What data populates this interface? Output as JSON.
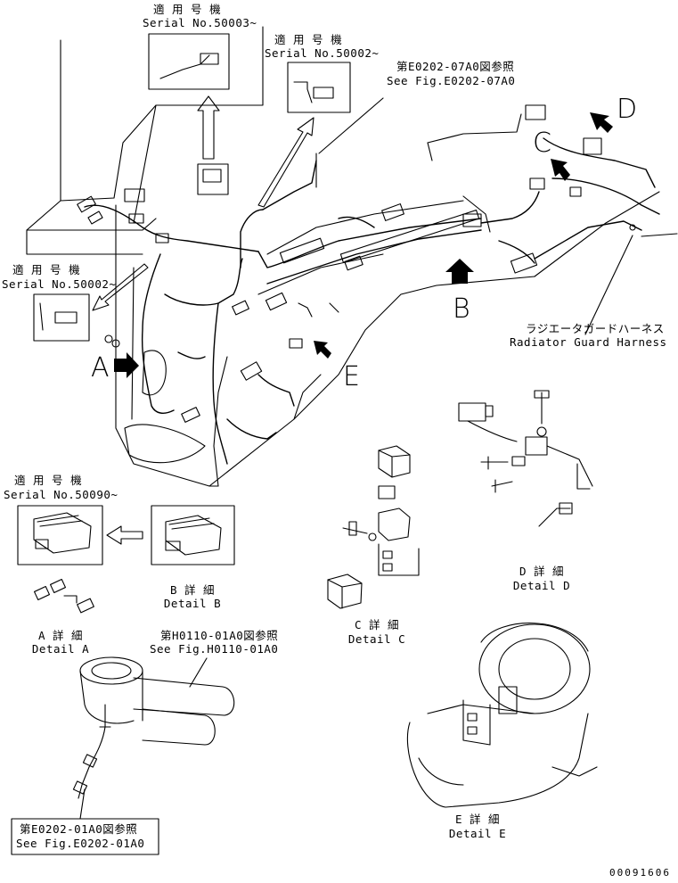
{
  "serial_top_1": {
    "jp": "適 用 号 機",
    "en": "Serial No.50003~"
  },
  "serial_top_2": {
    "jp": "適 用 号 機",
    "en": "Serial No.50002~"
  },
  "serial_left": {
    "jp": "適 用 号 機",
    "en": "Serial No.50002~"
  },
  "serial_detail_a": {
    "jp": "適 用 号 機",
    "en": "Serial No.50090~"
  },
  "ref_top": {
    "jp": "第E0202-07A0図参照",
    "en": "See Fig.E0202-07A0"
  },
  "ref_middle": {
    "jp": "第H0110-01A0図参照",
    "en": "See Fig.H0110-01A0"
  },
  "ref_bottom": {
    "jp": "第E0202-01A0図参照",
    "en": "See Fig.E0202-01A0"
  },
  "radiator": {
    "jp": "ラジエータガードハーネス",
    "en": "Radiator Guard Harness"
  },
  "letters": {
    "a": "A",
    "b": "B",
    "c": "C",
    "d": "D",
    "e": "E"
  },
  "details": {
    "a": {
      "jp": "A 詳 細",
      "en": "Detail A"
    },
    "b": {
      "jp": "B 詳 細",
      "en": "Detail B"
    },
    "c": {
      "jp": "C 詳 細",
      "en": "Detail C"
    },
    "d": {
      "jp": "D 詳 細",
      "en": "Detail D"
    },
    "e": {
      "jp": "E 詳 細",
      "en": "Detail E"
    }
  },
  "drawing_number": "00091606"
}
